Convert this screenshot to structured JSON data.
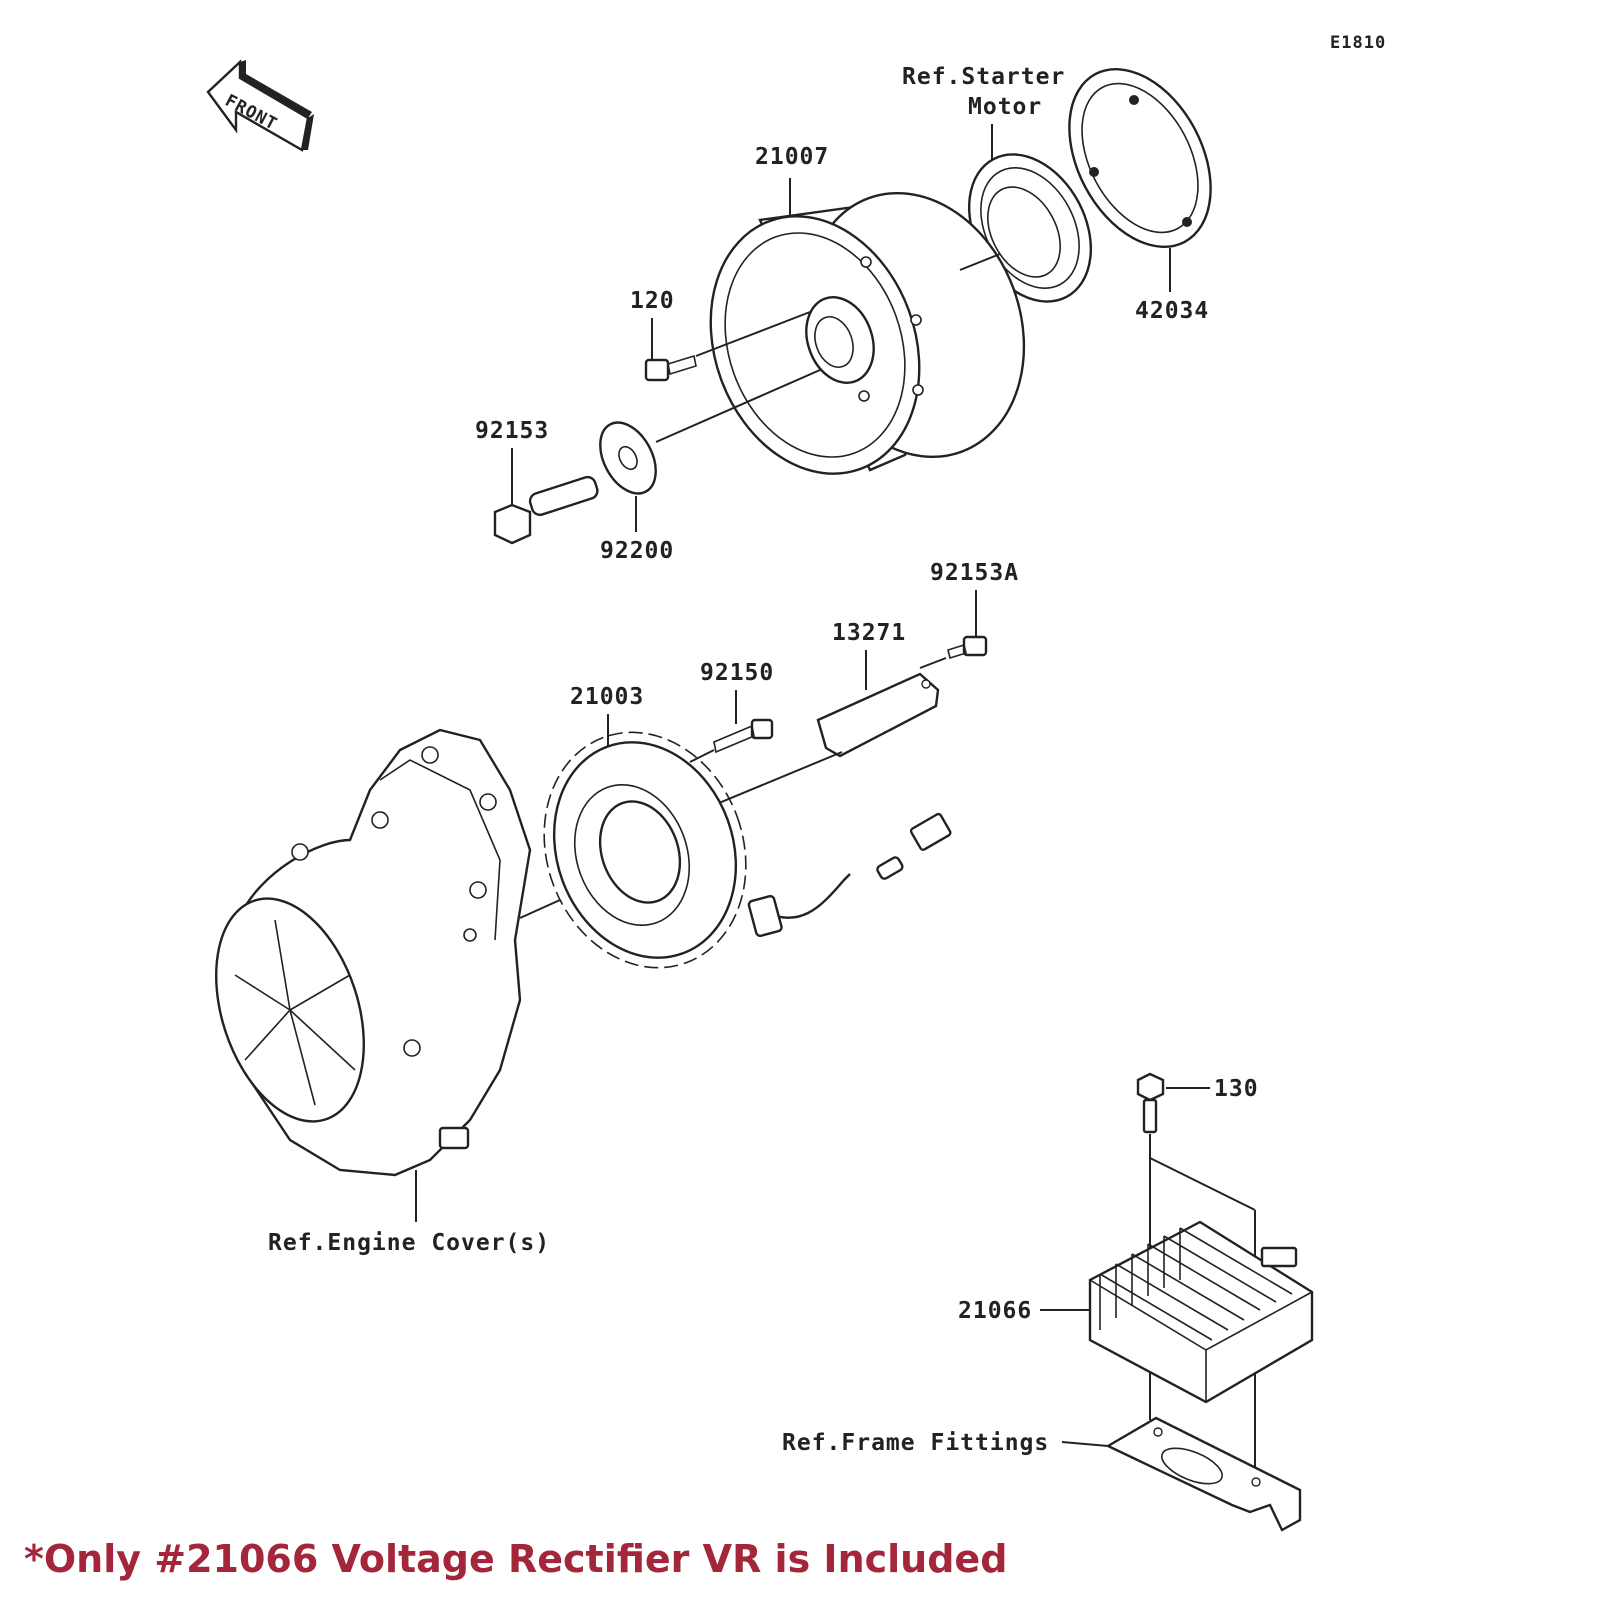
{
  "diagram_id": "E1810",
  "front_label": "FRONT",
  "parts": {
    "p21007": "21007",
    "p120": "120",
    "p92153": "92153",
    "p92200": "92200",
    "p42034": "42034",
    "p92153A": "92153A",
    "p13271": "13271",
    "p92150": "92150",
    "p21003": "21003",
    "p130": "130",
    "p21066": "21066"
  },
  "refs": {
    "starter_motor_line1": "Ref.Starter",
    "starter_motor_line2": "Motor",
    "engine_cover": "Ref.Engine Cover(s)",
    "frame_fittings": "Ref.Frame Fittings"
  },
  "note": "*Only #21066 Voltage Rectifier VR is Included",
  "colors": {
    "note": "#a3263a",
    "line": "#222222"
  }
}
